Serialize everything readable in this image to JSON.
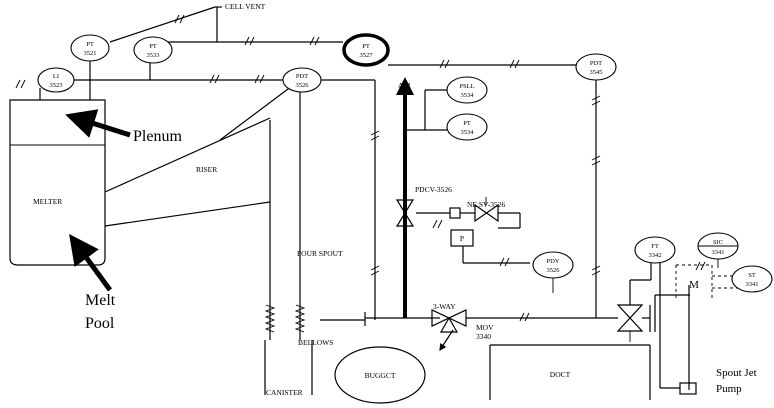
{
  "labels": {
    "cell_vent": "CELL VENT",
    "plenum": "Plenum",
    "melter": "MELTER",
    "riser": "RISER",
    "melt": "Melt",
    "pool": "Pool",
    "pour_spout": "POUR SPOUT",
    "bellows": "BELLOWS",
    "canister": "CANISTER",
    "air": "AIR",
    "pdcv": "PDCV-3526",
    "nesv": "NE SV-3526",
    "p_box": "P",
    "three_way": "3-WAY",
    "mov": "MOV",
    "mov_num": "3340",
    "buggy": "BUGGCT",
    "dock": "DOCT",
    "m_box": "M",
    "spout_jet": "Spout Jet",
    "pump": "Pump"
  },
  "instruments": [
    {
      "tag": "LI",
      "num": "3523"
    },
    {
      "tag": "PT",
      "num": "3521"
    },
    {
      "tag": "PT",
      "num": "3533"
    },
    {
      "tag": "PT",
      "num": "3527",
      "highlighted": true
    },
    {
      "tag": "PDT",
      "num": "3526"
    },
    {
      "tag": "PDT",
      "num": "3545"
    },
    {
      "tag": "PSLL",
      "num": "3534"
    },
    {
      "tag": "PT",
      "num": "3534"
    },
    {
      "tag": "PDY",
      "num": "3526"
    },
    {
      "tag": "FT",
      "num": "3342"
    },
    {
      "tag": "SIC",
      "num": "3341"
    },
    {
      "tag": "ST",
      "num": "3341"
    }
  ]
}
